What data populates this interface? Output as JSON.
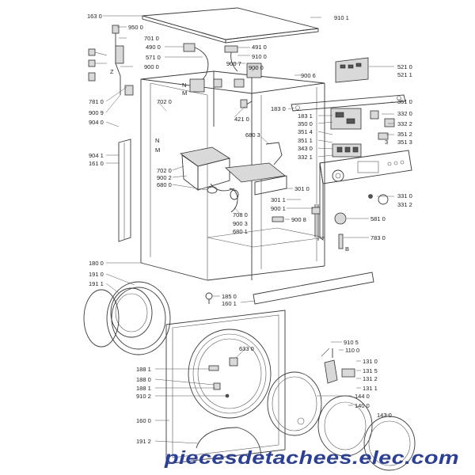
{
  "diagram": {
    "labels": {
      "l1630": "163 0",
      "l9101": "910 1",
      "l9500": "950 0",
      "l7010": "701 0",
      "l4900": "490 0",
      "l5710": "571 0",
      "l4910": "491 0",
      "l9100": "910 0",
      "l9000a": "900 0",
      "l9007": "900 7",
      "l9000b": "900 0",
      "l9006": "900 6",
      "l5210": "521 0",
      "l5211": "521 1",
      "l7810": "781 0",
      "l9009": "900 9",
      "l9040": "904 0",
      "l7020a": "702 0",
      "l4210": "421 0",
      "l1830": "183 0",
      "l3510": "351 0",
      "l1831": "183 1",
      "l3320": "332 0",
      "l3500": "350 0",
      "l3322": "332 2",
      "l3514": "351 4",
      "l3512": "351 2",
      "l3511": "351 1",
      "l3": "3",
      "l3513": "351 3",
      "l6803": "680 3",
      "l3430": "343 0",
      "l3321": "332 1",
      "l9041": "904 1",
      "l1610": "161 0",
      "lN": "N",
      "lM": "M",
      "l7020b": "702 0",
      "l9002": "900 2",
      "l6800": "680 0",
      "l3010": "301 0",
      "l3011": "301 1",
      "l9001": "900 1",
      "l3310": "331 0",
      "l3312": "331 2",
      "l7080": "708 0",
      "l9003": "900 3",
      "l6801": "680 1",
      "l9008": "900 8",
      "l5810": "581 0",
      "l7830": "783 0",
      "lB": "B",
      "l1800": "180 0",
      "l1910": "191 0",
      "l1911": "191 1",
      "l1850": "185 0",
      "l1601": "160 1",
      "l9105": "910 5",
      "l6330": "633 0",
      "l1100": "110 0",
      "l1310": "131 0",
      "l1881": "188 1",
      "l1315": "131 5",
      "l1880": "188 0",
      "l1312": "131 2",
      "l1881b": "188 1",
      "l1311": "131 1",
      "l9102": "910 2",
      "l1440": "144 0",
      "l1400": "140 0",
      "l1430": "143 0",
      "l1600": "160 0",
      "l1912": "191 2",
      "lZ": "Z",
      "lN2": "N",
      "lM2": "M"
    },
    "watermark": "piecesdetachees.elec.com"
  },
  "colors": {
    "line": "#3a3a3a",
    "text": "#222222",
    "watermark": "#2a3f9a",
    "background": "#ffffff"
  }
}
